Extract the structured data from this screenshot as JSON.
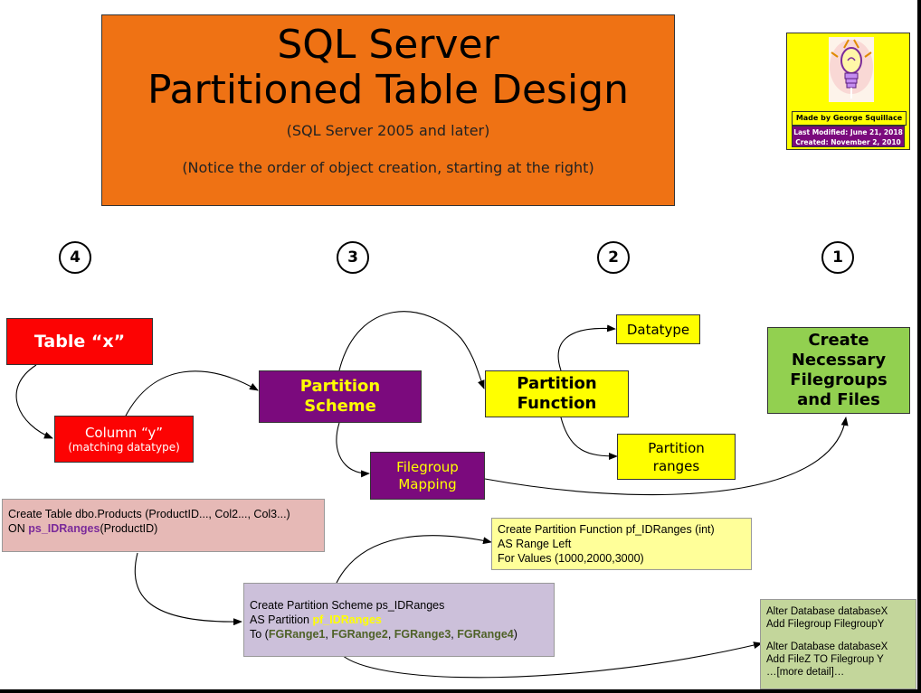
{
  "title": {
    "line1": "SQL Server",
    "line2": "Partitioned Table Design",
    "version_note": "(SQL Server 2005 and later)",
    "order_note": "(Notice the order of object creation, starting at the right)"
  },
  "badge": {
    "made_by": "Made by George Squillace",
    "last_modified": "Last Modified: June 21, 2018",
    "created": "Created: November 2, 2010",
    "icon": "lightbulb-icon"
  },
  "steps": [
    "4",
    "3",
    "2",
    "1"
  ],
  "nodes": {
    "table": "Table “x”",
    "column_line1": "Column “y”",
    "column_line2": "(matching datatype)",
    "scheme_line1": "Partition",
    "scheme_line2": "Scheme",
    "filegroup_mapping_line1": "Filegroup",
    "filegroup_mapping_line2": "Mapping",
    "function_line1": "Partition",
    "function_line2": "Function",
    "datatype": "Datatype",
    "ranges_line1": "Partition",
    "ranges_line2": "ranges",
    "filegroups_line1": "Create",
    "filegroups_line2": "Necessary",
    "filegroups_line3": "Filegroups",
    "filegroups_line4": "and Files"
  },
  "code": {
    "table_line1": "Create Table dbo.Products (ProductID..., Col2..., Col3...)",
    "table_line2_prefix": "ON ",
    "table_line2_highlight": "ps_IDRanges",
    "table_line2_suffix": "(ProductID)",
    "function_line1": "Create Partition Function pf_IDRanges (int)",
    "function_line2": "AS Range Left",
    "function_line3": "For Values (1000,2000,3000)",
    "scheme_line1": "Create Partition Scheme ps_IDRanges",
    "scheme_line2_prefix": "AS Partition ",
    "scheme_line2_highlight": "pf_IDRanges",
    "scheme_line3_prefix": "To (",
    "scheme_fg1": "FGRange1",
    "scheme_fg2": "FGRange2",
    "scheme_fg3": "FGRange3",
    "scheme_fg4": "FGRange4",
    "scheme_sep": ", ",
    "scheme_line3_suffix": ")",
    "db_line1": "Alter Database databaseX",
    "db_line2": "Add Filegroup FilegroupY",
    "db_line3": "Alter Database databaseX",
    "db_line4": "Add FileZ TO Filegroup Y",
    "db_line5": "…[more detail]…"
  },
  "colors": {
    "title_bg": "#ef7214",
    "red": "#fc0303",
    "purple": "#7b0a7d",
    "yellow": "#ffff00",
    "green": "#92d050",
    "code_pink": "#e6b9b6",
    "code_yellow": "#ffff99",
    "code_lavender": "#ccc0da",
    "code_green": "#c3d69b"
  }
}
